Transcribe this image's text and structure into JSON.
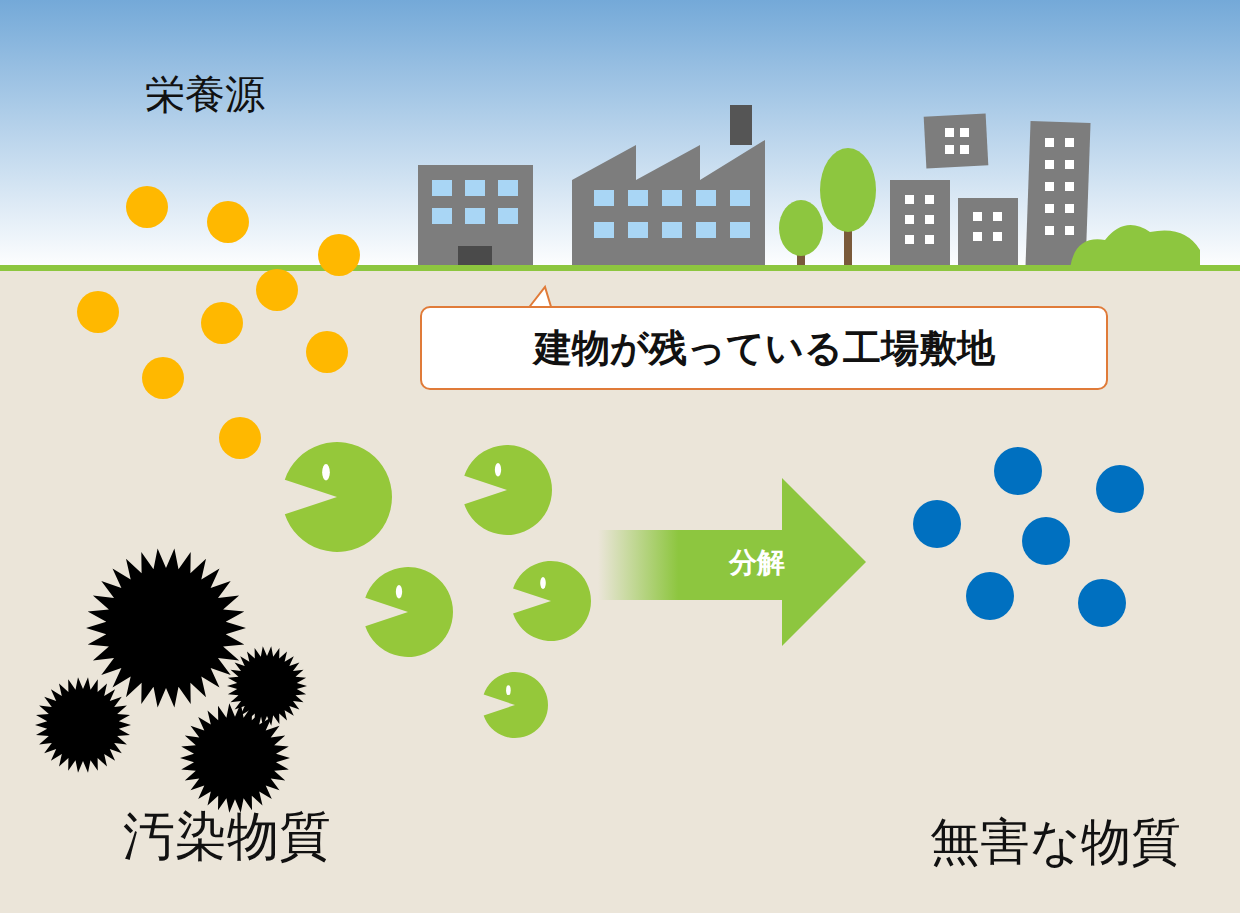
{
  "diagram": {
    "nodes": [
      {
        "text": [
          "建物が残っている工場敷地"
        ]
      }
    ],
    "labels": [
      "栄養源",
      "分解",
      "汚染物質",
      "無害な物質"
    ]
  }
}
